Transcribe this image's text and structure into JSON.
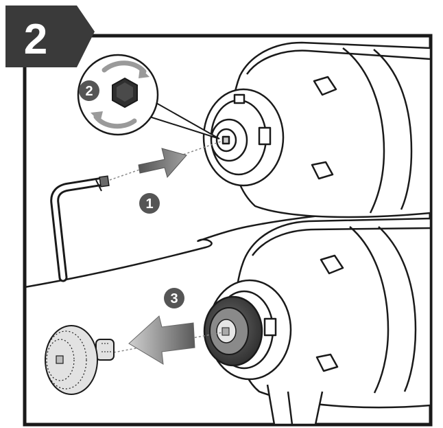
{
  "step": {
    "number": "2"
  },
  "callouts": [
    {
      "id": "insert-hex-key",
      "label": "1"
    },
    {
      "id": "rotate-hex-key",
      "label": "2"
    },
    {
      "id": "remove-chuck",
      "label": "3"
    }
  ],
  "colors": {
    "step_badge": "#3a3a3a",
    "outline": "#1a1a1a",
    "callout_circle": "#555555",
    "arrow_dark": "#6a6a6a",
    "arrow_light": "#c8c8c8",
    "chuck_dark": "#4a4a4a",
    "chuck_ring": "#8a8a8a",
    "bit_gray": "#e2e2e2"
  },
  "icons": [
    "hex-key-icon",
    "hex-nut-icon",
    "rotation-arrows-icon",
    "direction-arrow-icon",
    "tool-head-icon",
    "chuck-icon",
    "removed-part-icon"
  ]
}
